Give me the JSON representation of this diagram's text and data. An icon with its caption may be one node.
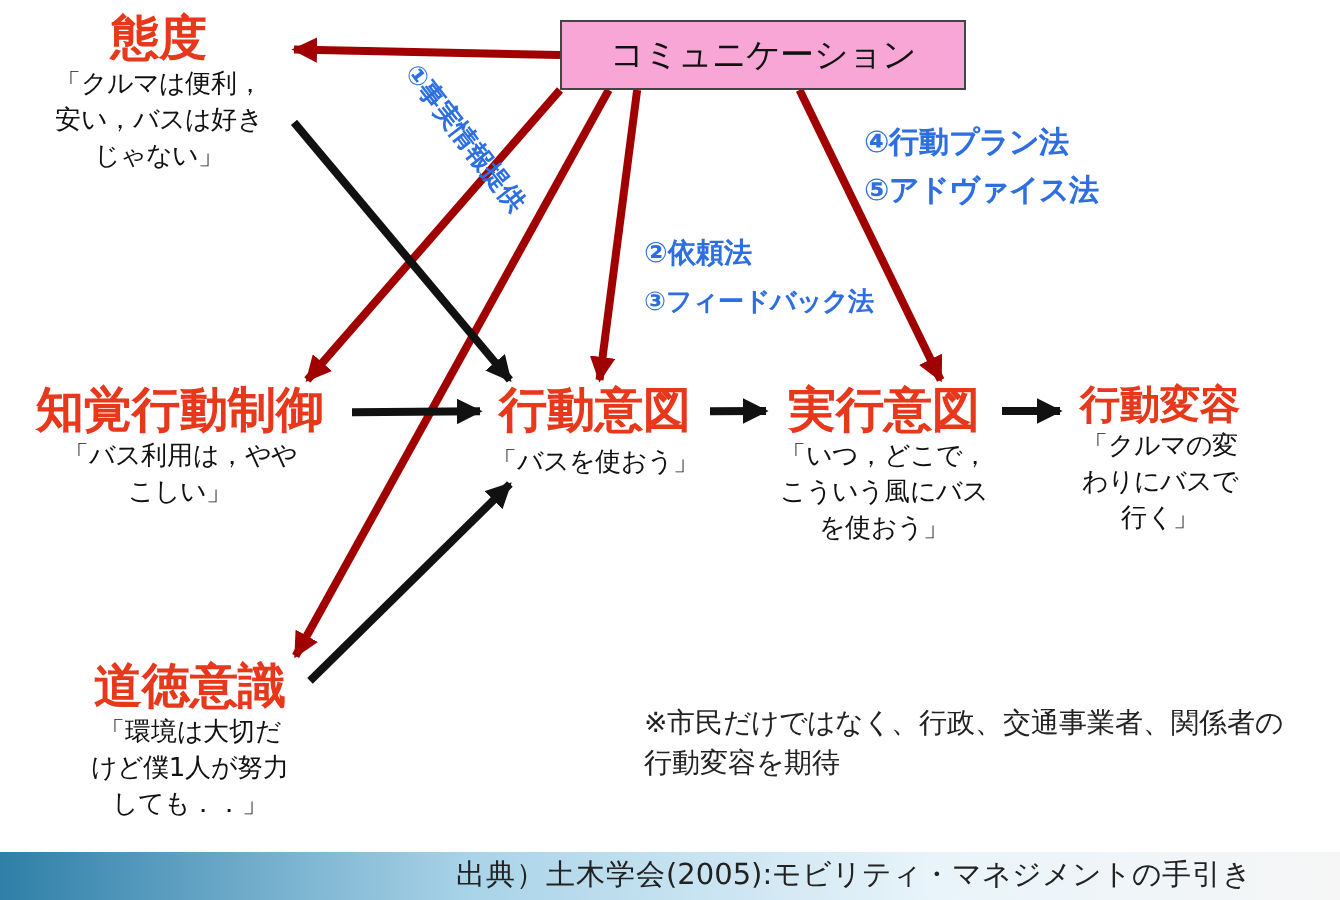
{
  "diagram": {
    "caption": "出典）土木学会(2005):モビリティ・マネジメントの手引き",
    "nodes": [
      {
        "text": [
          "コミュニケーション"
        ]
      },
      {
        "text": [
          "態度",
          "「クルマは便利，安い，バスは好きじゃない」"
        ]
      },
      {
        "text": [
          "知覚行動制御",
          "「バス利用は，ややこしい」"
        ]
      },
      {
        "text": [
          "行動意図",
          "「バスを使おう」"
        ]
      },
      {
        "text": [
          "実行意図",
          "「いつ，どこで，こういう風にバスを使おう」"
        ]
      },
      {
        "text": [
          "行動変容",
          "「クルマの変わりにバスで行く」"
        ]
      },
      {
        "text": [
          "道徳意識",
          "「環境は大切だけど僕1人が努力しても．．」"
        ]
      }
    ],
    "edges": [
      {
        "from": 0,
        "to": 1,
        "arrow": "to",
        "color": "#a00000"
      },
      {
        "from": 0,
        "to": 2,
        "arrow": "to",
        "color": "#a00000"
      },
      {
        "from": 0,
        "to": 6,
        "arrow": "to",
        "color": "#a00000"
      },
      {
        "from": 0,
        "to": 3,
        "arrow": "to",
        "color": "#a00000"
      },
      {
        "from": 0,
        "to": 4,
        "arrow": "to",
        "color": "#a00000"
      },
      {
        "from": 1,
        "to": 3,
        "arrow": "to",
        "color": "#111111"
      },
      {
        "from": 2,
        "to": 3,
        "arrow": "to",
        "color": "#111111"
      },
      {
        "from": 6,
        "to": 3,
        "arrow": "to",
        "color": "#111111"
      },
      {
        "from": 3,
        "to": 4,
        "arrow": "to",
        "color": "#111111"
      },
      {
        "from": 4,
        "to": 5,
        "arrow": "to",
        "color": "#111111"
      }
    ],
    "labels": [
      "①事実情報提供",
      "②依頼法",
      "③フィードバック法",
      "④行動プラン法",
      "⑤アドヴァイス法",
      "※市民だけではなく、行政、交通事業者、関係者の行動変容を期待"
    ]
  }
}
